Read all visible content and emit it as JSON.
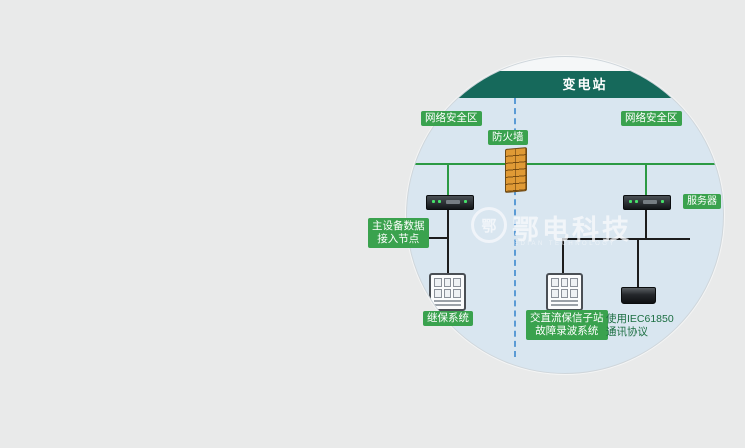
{
  "banner": {
    "title": "变电站"
  },
  "zones": {
    "left": "网络安全区",
    "right": "网络安全区"
  },
  "firewall": {
    "label": "防火墙"
  },
  "access_node": {
    "line1": "主设备数据",
    "line2": "接入节点"
  },
  "server_label": "服务器",
  "systems": {
    "left": "继保系统",
    "mid_line1": "交直流保信子站",
    "mid_line2": "故障录波系统",
    "note_line1": "使用IEC61850",
    "note_line2": "通讯协议"
  },
  "watermark": {
    "logo_glyph": "鄂",
    "title": "鄂电科技",
    "subtitle": "EDIAN TECHNOLOGY"
  },
  "colors": {
    "page_bg": "#e9eaea",
    "circle_bg": "#d9e6f0",
    "banner_teal": "#16695b",
    "chip_green": "#3aa24e",
    "line_green": "#2c9a43",
    "divider_blue": "#5b9bd5",
    "firewall_orange": "#e09a35"
  }
}
